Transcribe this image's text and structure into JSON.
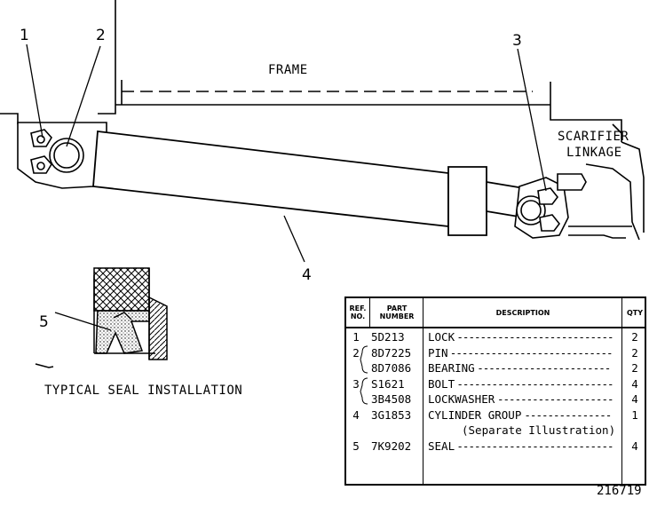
{
  "labels": {
    "frame": "FRAME",
    "scarifier_line1": "SCARIFIER",
    "scarifier_line2": "LINKAGE",
    "seal_caption": "TYPICAL SEAL INSTALLATION",
    "figure_number": "216719"
  },
  "callouts": [
    "1",
    "2",
    "3",
    "4",
    "5"
  ],
  "table": {
    "headers": {
      "ref_no": "REF. NO.",
      "part_number": "PART NUMBER",
      "description": "DESCRIPTION",
      "qty": "QTY"
    },
    "rows": [
      {
        "ref": "1",
        "part": "5D213",
        "desc": "LOCK",
        "qty": "2"
      },
      {
        "ref": "2",
        "part": "8D7225",
        "desc": "PIN",
        "qty": "2"
      },
      {
        "ref": "",
        "part": "8D7086",
        "desc": "BEARING",
        "qty": "2"
      },
      {
        "ref": "3",
        "part": "S1621",
        "desc": "BOLT",
        "qty": "4"
      },
      {
        "ref": "",
        "part": "3B4508",
        "desc": "LOCKWASHER",
        "qty": "4"
      },
      {
        "ref": "4",
        "part": "3G1853",
        "desc": "CYLINDER GROUP",
        "qty": "1"
      },
      {
        "ref": "",
        "part": "",
        "desc": "(Separate Illustration)",
        "qty": ""
      },
      {
        "ref": "5",
        "part": "7K9202",
        "desc": "SEAL",
        "qty": "4"
      }
    ]
  }
}
